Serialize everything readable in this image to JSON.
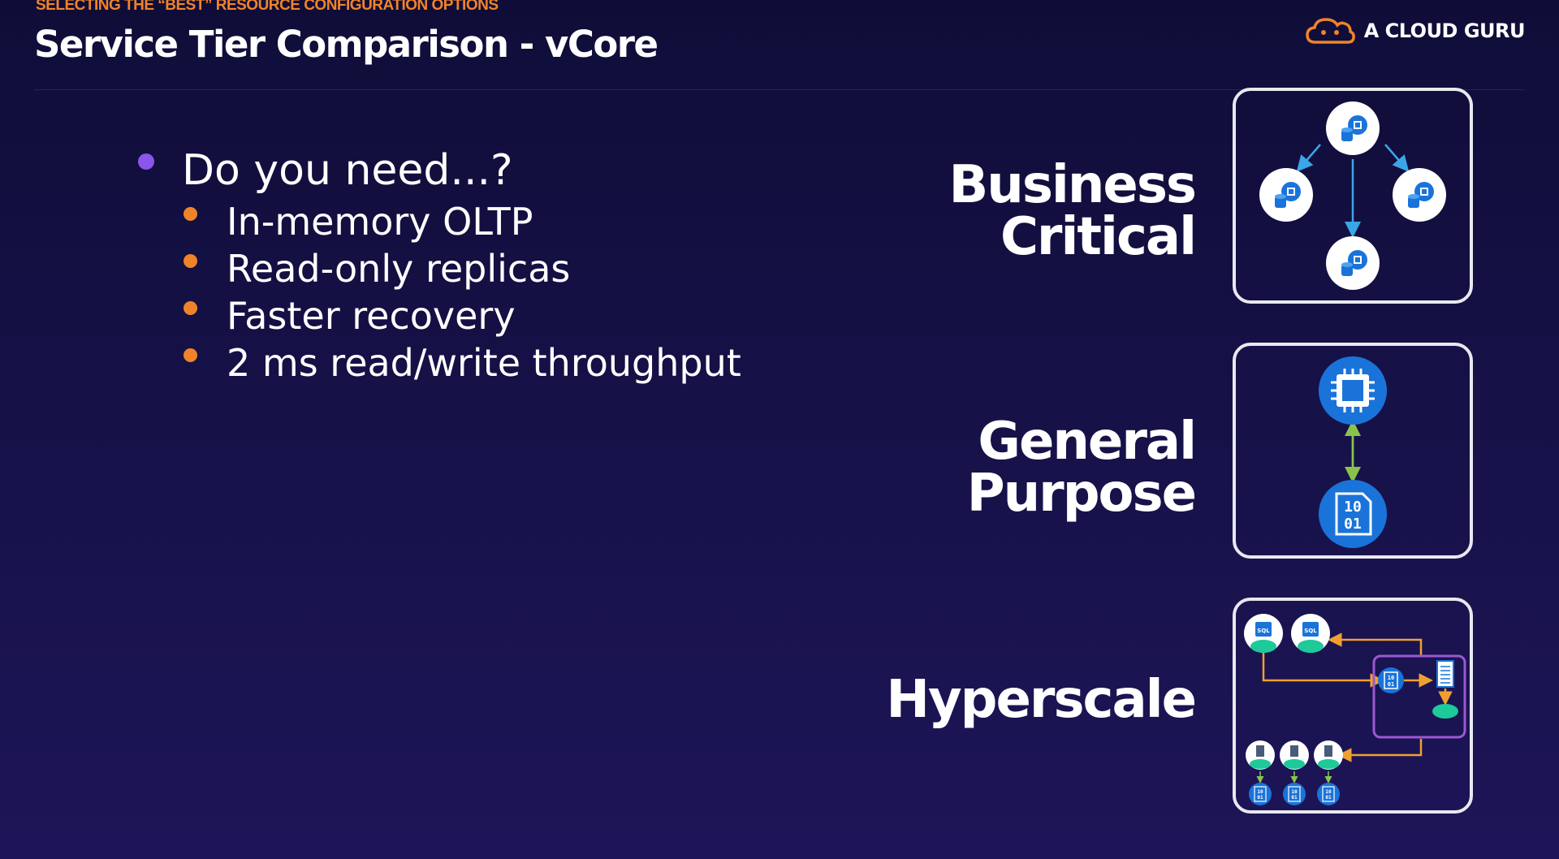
{
  "header": {
    "kicker": "SELECTING THE “BEST” RESOURCE CONFIGURATION OPTIONS",
    "title": "Service Tier Comparison - vCore"
  },
  "brand": {
    "name": "A CLOUD GURU",
    "icon": "cloud-logo-icon"
  },
  "bullets": {
    "main": "Do you need...?",
    "items": [
      "In-memory OLTP",
      "Read-only replicas",
      "Faster recovery",
      "2 ms read/write throughput"
    ]
  },
  "tiers": [
    {
      "line1": "Business",
      "line2": "Critical"
    },
    {
      "line1": "General",
      "line2": "Purpose"
    },
    {
      "line1": "Hyperscale"
    }
  ],
  "diagram_text": {
    "sql": "SQL",
    "binary_top": "10",
    "binary_bottom": "01"
  },
  "colors": {
    "accent_orange": "#f0832a",
    "accent_purple": "#8a55e8",
    "icon_blue": "#1a73d9",
    "arrow_blue": "#3aa6e8",
    "arrow_green": "#8bc34a",
    "storage_teal": "#1ec99a"
  }
}
